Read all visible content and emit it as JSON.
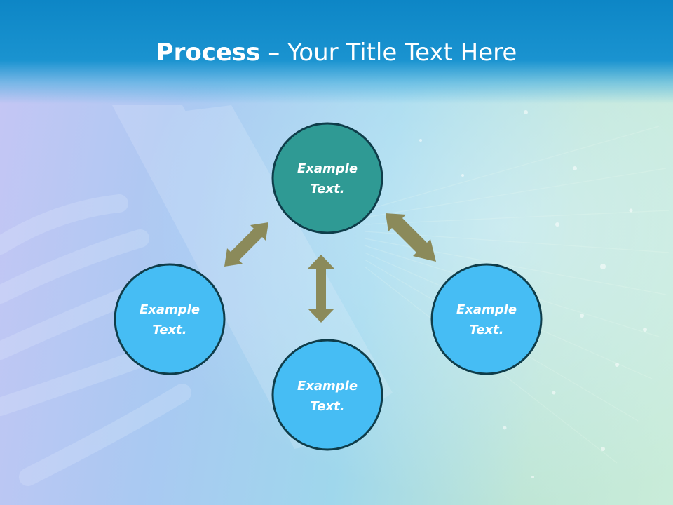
{
  "slide": {
    "title_bold": "Process",
    "title_dash": " – ",
    "title_rest": "Your Title Text Here"
  },
  "colors": {
    "header": "#1a93d0",
    "center_node_fill": "#2f9a94",
    "node_fill": "#46bdf4",
    "node_stroke": "#0f3d4a",
    "arrow": "#8b8a5a"
  },
  "nodes": [
    {
      "id": "top",
      "line1": "Example",
      "line2": "Text."
    },
    {
      "id": "left",
      "line1": "Example",
      "line2": "Text."
    },
    {
      "id": "bottom",
      "line1": "Example",
      "line2": "Text."
    },
    {
      "id": "right",
      "line1": "Example",
      "line2": "Text."
    }
  ],
  "arrows": [
    {
      "id": "top-left",
      "icon": "double-arrow-icon"
    },
    {
      "id": "top-bottom",
      "icon": "double-arrow-icon"
    },
    {
      "id": "top-right",
      "icon": "double-arrow-icon"
    }
  ]
}
